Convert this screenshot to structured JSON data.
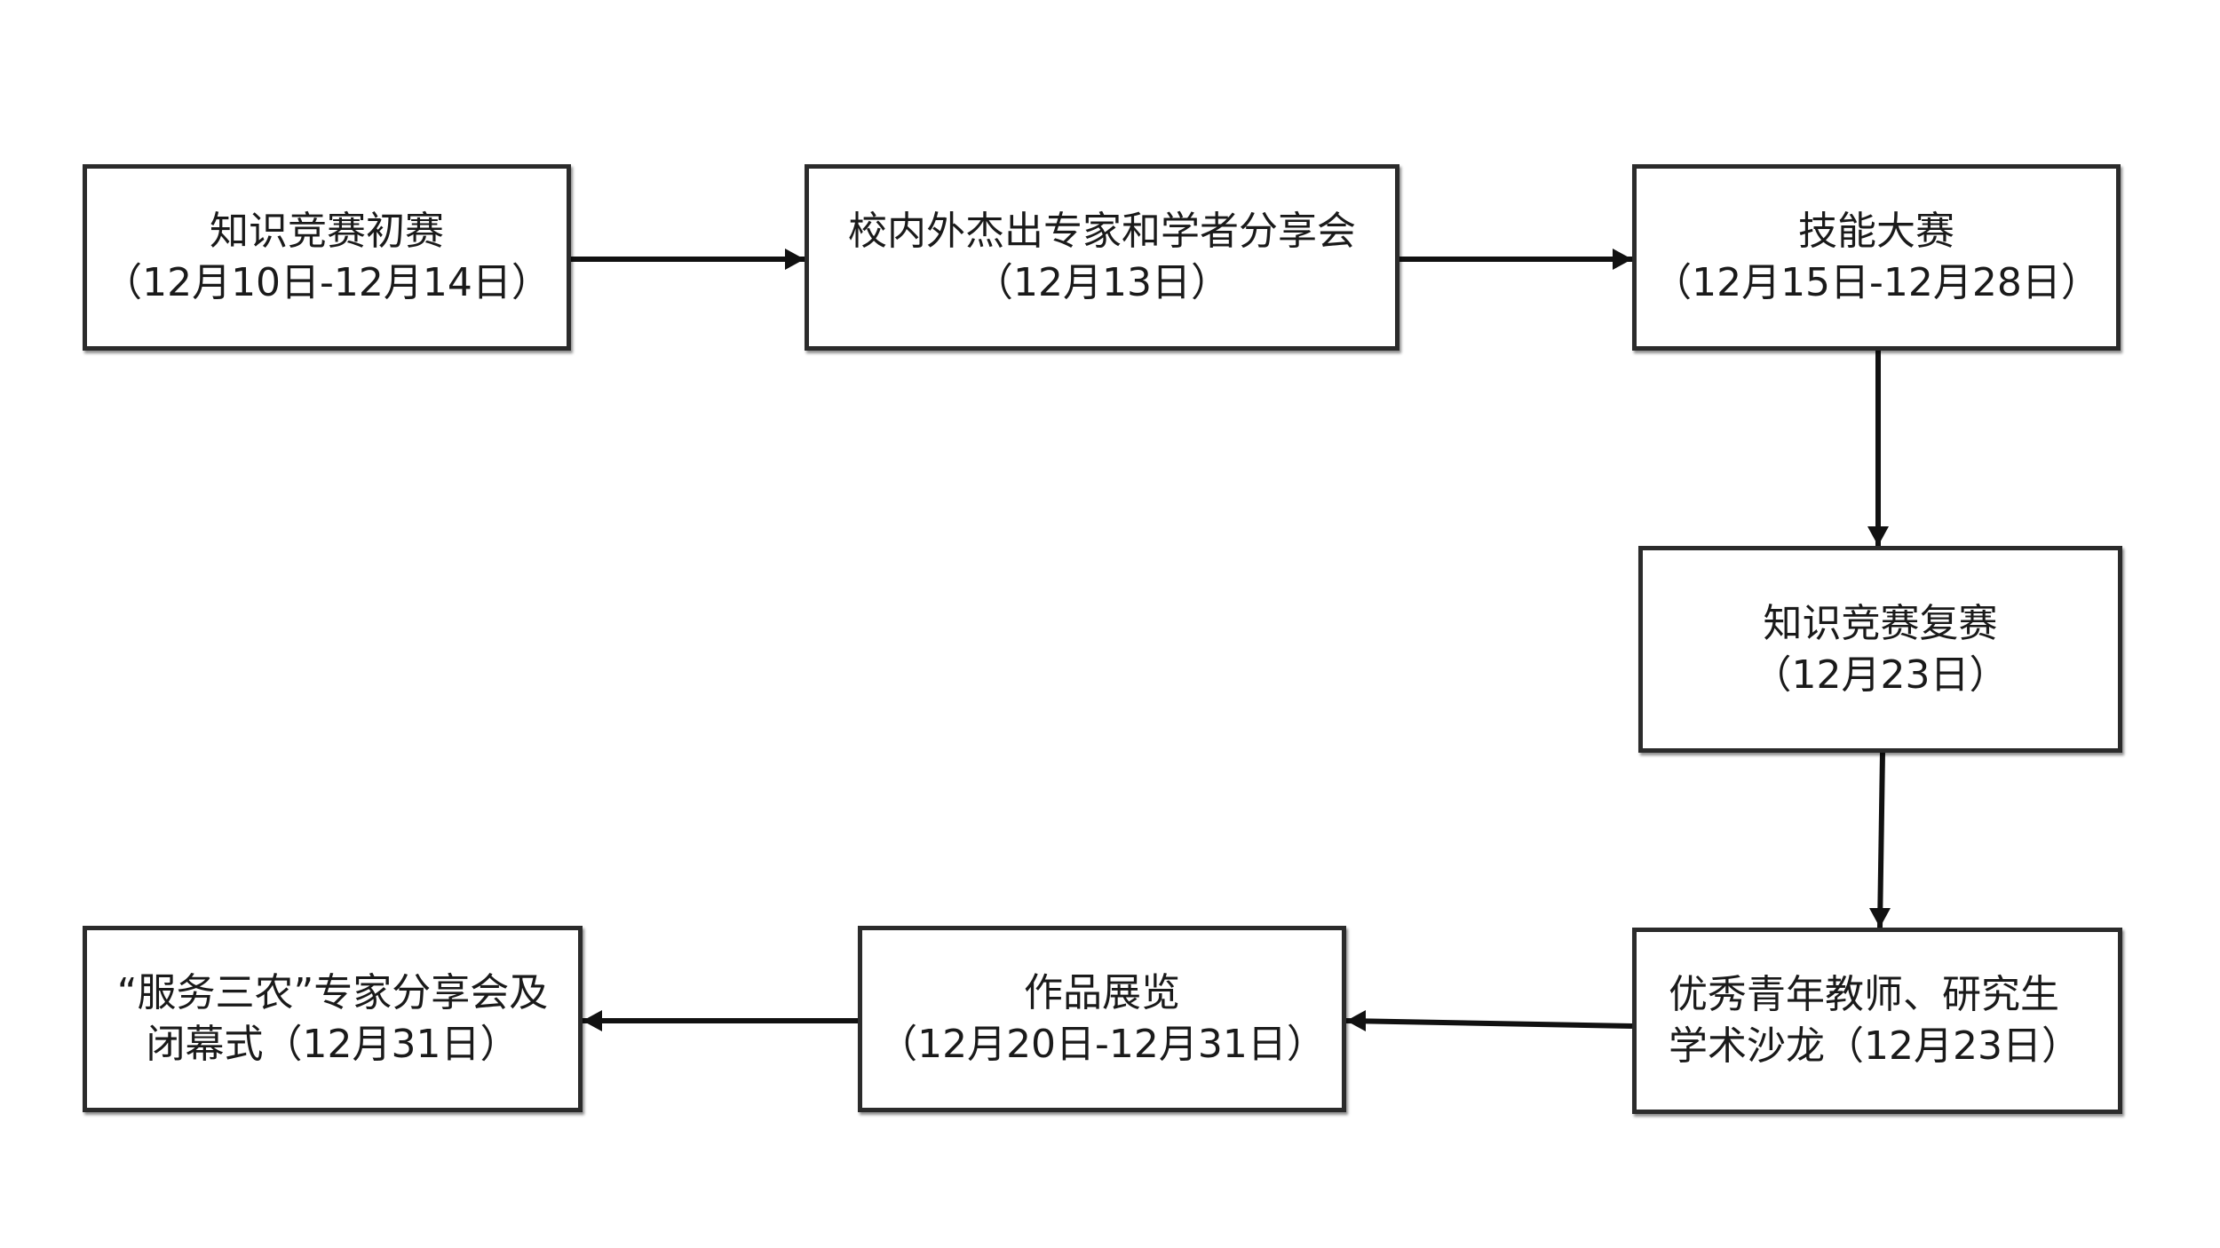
{
  "nodes": {
    "n1": {
      "line1": "知识竞赛初赛",
      "line2": "（12月10日-12月14日）"
    },
    "n2": {
      "line1": "校内外杰出专家和学者分享会",
      "line2": "（12月13日）"
    },
    "n3": {
      "line1": "技能大赛",
      "line2": "（12月15日-12月28日）"
    },
    "n4": {
      "line1": "知识竞赛复赛",
      "line2": "（12月23日）"
    },
    "n5": {
      "line1": "优秀青年教师、研究生",
      "line2": "学术沙龙（12月23日）"
    },
    "n6": {
      "line1": "作品展览",
      "line2": "（12月20日-12月31日）"
    },
    "n7": {
      "line1": "“服务三农”专家分享会及",
      "line2": "闭幕式（12月31日）"
    }
  },
  "edges": [
    {
      "from": "n1",
      "to": "n2"
    },
    {
      "from": "n2",
      "to": "n3"
    },
    {
      "from": "n3",
      "to": "n4"
    },
    {
      "from": "n4",
      "to": "n5"
    },
    {
      "from": "n5",
      "to": "n6"
    },
    {
      "from": "n6",
      "to": "n7"
    }
  ],
  "colors": {
    "border": "#2b2b2b",
    "arrow": "#111111",
    "text": "#1a1a1a",
    "background": "#ffffff"
  }
}
